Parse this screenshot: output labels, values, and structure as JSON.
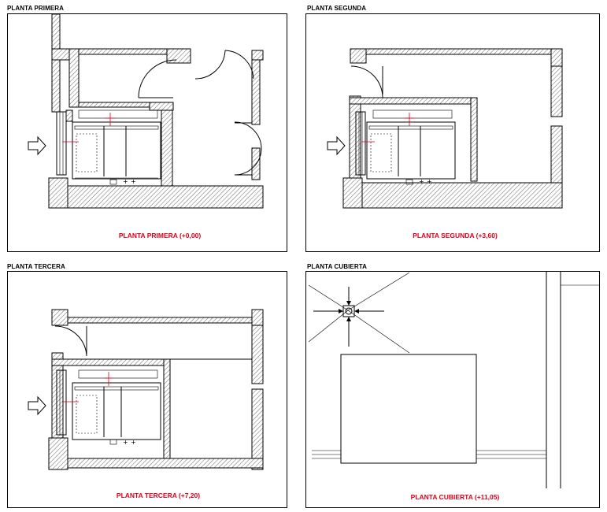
{
  "panels": [
    {
      "title": "PLANTA PRIMERA",
      "caption": "PLANTA PRIMERA (+0,00)"
    },
    {
      "title": "PLANTA SEGUNDA",
      "caption": "PLANTA SEGUNDA (+3,60)"
    },
    {
      "title": "PLANTA TERCERA",
      "caption": "PLANTA TERCERA (+7,20)"
    },
    {
      "title": "PLANTA CUBIERTA",
      "caption": "PLANTA CUBIERTA (+11,05)"
    }
  ],
  "colors": {
    "caption": "#e0001a",
    "line": "#000000",
    "background": "#ffffff"
  },
  "icons": [
    "entry-arrow-icon"
  ]
}
